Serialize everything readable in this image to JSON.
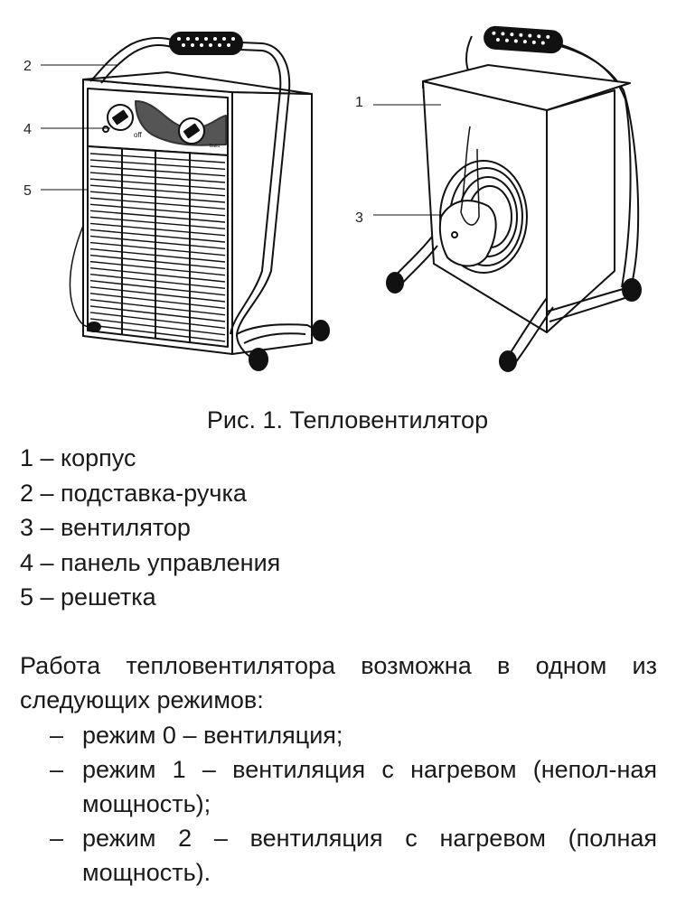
{
  "figure": {
    "callouts": {
      "left": [
        "2",
        "4",
        "5"
      ],
      "right": [
        "1",
        "3"
      ]
    },
    "panel_text": {
      "off": "off",
      "brand": "Ballu"
    }
  },
  "caption": "Рис. 1. Тепловентилятор",
  "legend": [
    "1 – корпус",
    "2 – подставка-ручка",
    "3 – вентилятор",
    "4 – панель управления",
    "5 – решетка"
  ],
  "intro": "Работа тепловентилятора возможна в одном из следующих режимов:",
  "modes": {
    "dash": "–",
    "items": [
      "режим 0 – вентиляция;",
      "режим 1 – вентиляция с нагревом (непол-ная мощность);",
      "режим 2 – вентиляция с нагревом (полная мощность)."
    ]
  }
}
